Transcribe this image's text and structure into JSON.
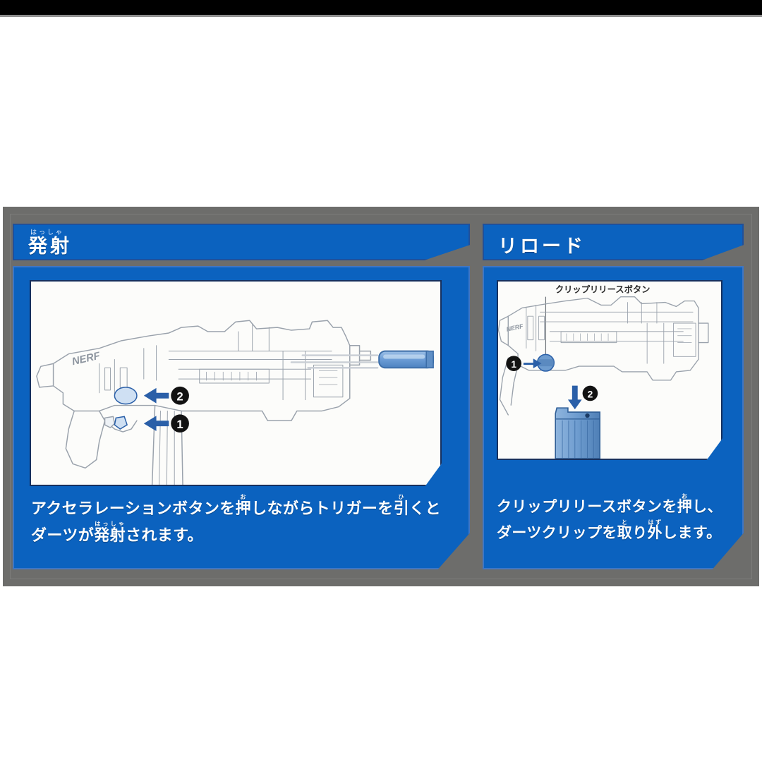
{
  "document": {
    "kind": "instruction-sheet",
    "language": "ja",
    "background_color": "#ffffff",
    "sheet_color": "#6d6d6b",
    "accent_blue": "#0b62bf",
    "panel_border": "#3f76c4",
    "stage_border": "#16305e",
    "badge_color": "#111111",
    "arrow_color": "#2a5fa8"
  },
  "panels": [
    {
      "id": "fire",
      "header": {
        "furigana": "はっしゃ",
        "title": "発射"
      },
      "illustration": {
        "alt_name": "nerf-blaster-firing-diagram",
        "callouts": [
          {
            "number": "2",
            "label_hint": "acceleration-button",
            "direction": "left"
          },
          {
            "number": "1",
            "label_hint": "trigger",
            "direction": "left"
          }
        ],
        "projectile": {
          "name": "dart",
          "color": "#6f9fd8",
          "motion_lines": 3
        }
      },
      "caption_lines": [
        "アクセラレーションボタンを押しながらトリガーを引くと",
        "ダーツが発射されます。"
      ],
      "caption_ruby": [
        {
          "base": "押",
          "rt": "お"
        },
        {
          "base": "引",
          "rt": "ひ"
        },
        {
          "base": "発射",
          "rt": "はっしゃ"
        }
      ]
    },
    {
      "id": "reload",
      "header": {
        "furigana": "",
        "title": "リロード"
      },
      "illustration": {
        "alt_name": "nerf-blaster-reload-diagram",
        "part_label": "クリップリリースボタン",
        "callouts": [
          {
            "number": "1",
            "label_hint": "clip-release-button",
            "direction": "right"
          },
          {
            "number": "2",
            "label_hint": "dart-clip-removal",
            "direction": "down"
          }
        ],
        "dart_clip": {
          "name": "dart-clip",
          "color": "#7aa6d6"
        }
      },
      "caption_lines": [
        "クリップリリースボタンを押し、",
        "ダーツクリップを取り外します。"
      ],
      "caption_ruby": [
        {
          "base": "押",
          "rt": "お"
        },
        {
          "base": "取",
          "rt": "と"
        },
        {
          "base": "外",
          "rt": "はず"
        }
      ]
    }
  ]
}
